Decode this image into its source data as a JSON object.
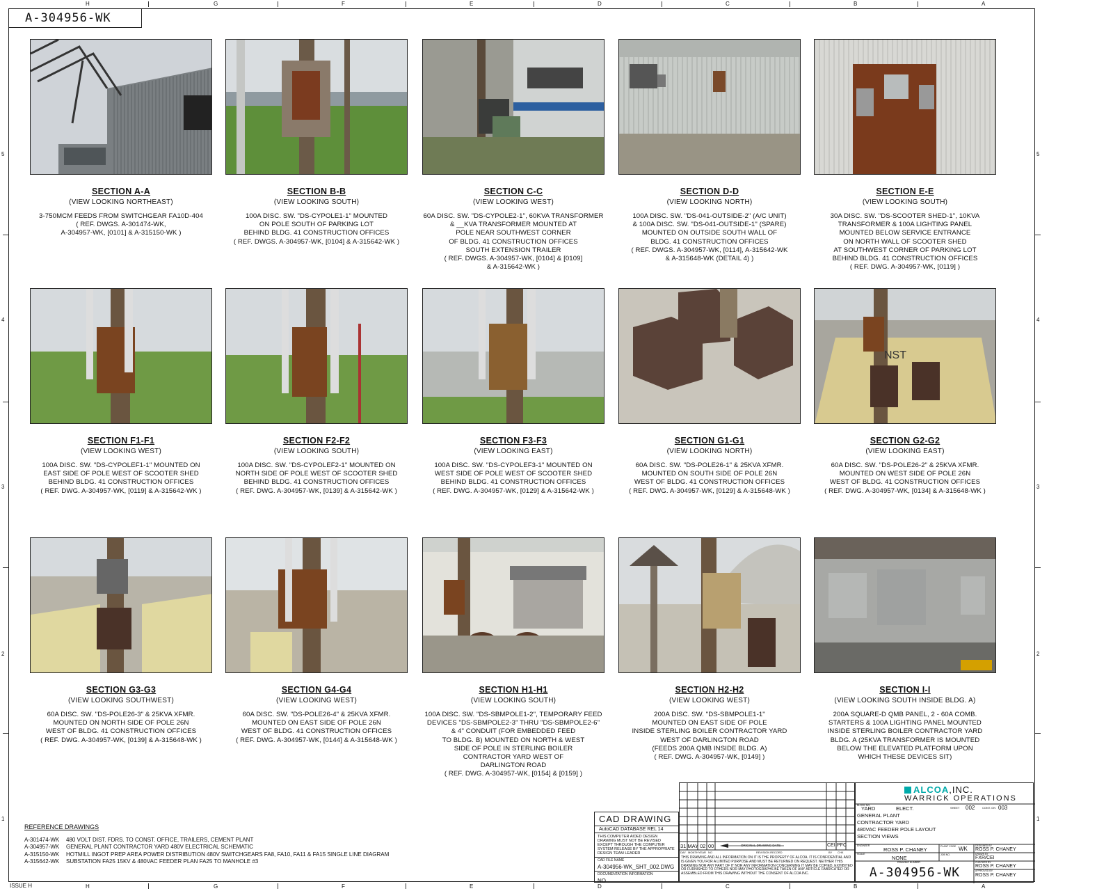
{
  "drawing_number": "A-304956-WK",
  "zone_letters": [
    "H",
    "G",
    "F",
    "E",
    "D",
    "C",
    "B",
    "A"
  ],
  "zone_numbers": [
    "5",
    "4",
    "3",
    "2",
    "1"
  ],
  "views": [
    {
      "title": "SECTION A-A",
      "sub": "(VIEW LOOKING NORTHEAST)",
      "desc": [
        "3-750MCM FEEDS FROM SWITCHGEAR FA10D-404",
        "( REF. DWGS. A-301474-WK,",
        "A-304957-WK, [0101] & A-315150-WK )"
      ]
    },
    {
      "title": "SECTION B-B",
      "sub": "(VIEW LOOKING SOUTH)",
      "desc": [
        "100A DISC. SW. \"DS-CYPOLE1-1\" MOUNTED",
        "ON POLE SOUTH OF PARKING LOT",
        "BEHIND BLDG. 41 CONSTRUCTION OFFICES",
        "( REF. DWGS. A-304957-WK, [0104] & A-315642-WK )"
      ]
    },
    {
      "title": "SECTION C-C",
      "sub": "(VIEW LOOKING WEST)",
      "desc": [
        "60A DISC. SW. \"DS-CYPOLE2-1\", 60KVA TRANSFORMER",
        "& __KVA TRANSFORMER MOUNTED AT",
        "POLE NEAR SOUTHWEST CORNER",
        "OF BLDG. 41 CONSTRUCTION OFFICES",
        "SOUTH EXTENSION TRAILER",
        "( REF. DWGS. A-304957-WK, [0104] & [0109]",
        "& A-315642-WK )"
      ]
    },
    {
      "title": "SECTION D-D",
      "sub": "(VIEW LOOKING NORTH)",
      "desc": [
        "100A DISC. SW. \"DS-041-OUTSIDE-2\" (A/C UNIT)",
        "& 100A DISC. SW. \"DS-041-OUTSIDE-1\" (SPARE)",
        "MOUNTED ON OUTSIDE SOUTH WALL OF",
        "BLDG. 41 CONSTRUCTION OFFICES",
        "( REF. DWGS. A-304957-WK, [0114], A-315642-WK",
        "& A-315648-WK (DETAIL 4) )"
      ]
    },
    {
      "title": "SECTION E-E",
      "sub": "(VIEW LOOKING SOUTH)",
      "desc": [
        "30A DISC. SW. \"DS-SCOOTER SHED-1\", 10KVA",
        "TRANSFORMER & 100A LIGHTING PANEL",
        "MOUNTED BELOW SERVICE ENTRANCE",
        "ON NORTH WALL OF SCOOTER SHED",
        "AT SOUTHWEST CORNER OF PARKING LOT",
        "BEHIND BLDG. 41 CONSTRUCTION OFFICES",
        "( REF. DWG. A-304957-WK, [0119] )"
      ]
    },
    {
      "title": "SECTION F1-F1",
      "sub": "(VIEW LOOKING WEST)",
      "desc": [
        "100A DISC. SW. \"DS-CYPOLEF1-1\" MOUNTED ON",
        "EAST SIDE OF POLE WEST OF SCOOTER SHED",
        "BEHIND BLDG. 41 CONSTRUCTION OFFICES",
        "( REF. DWG. A-304957-WK, [0119] & A-315642-WK )"
      ]
    },
    {
      "title": "SECTION F2-F2",
      "sub": "(VIEW LOOKING SOUTH)",
      "desc": [
        "100A DISC. SW. \"DS-CYPOLEF2-1\" MOUNTED ON",
        "NORTH SIDE OF POLE WEST OF SCOOTER SHED",
        "BEHIND BLDG. 41 CONSTRUCTION OFFICES",
        "( REF. DWG. A-304957-WK, [0139] & A-315642-WK )"
      ]
    },
    {
      "title": "SECTION F3-F3",
      "sub": "(VIEW LOOKING EAST)",
      "desc": [
        "100A DISC. SW. \"DS-CYPOLEF3-1\" MOUNTED ON",
        "WEST SIDE OF POLE WEST OF SCOOTER SHED",
        "BEHIND BLDG. 41 CONSTRUCTION OFFICES",
        "( REF. DWG. A-304957-WK, [0129] & A-315642-WK )"
      ]
    },
    {
      "title": "SECTION G1-G1",
      "sub": "(VIEW LOOKING NORTH)",
      "desc": [
        "60A DISC. SW. \"DS-POLE26-1\" & 25KVA XFMR.",
        "MOUNTED ON SOUTH SIDE OF POLE 26N",
        "WEST OF BLDG. 41 CONSTRUCTION OFFICES",
        "( REF. DWG. A-304957-WK, [0129] & A-315648-WK )"
      ]
    },
    {
      "title": "SECTION G2-G2",
      "sub": "(VIEW LOOKING EAST)",
      "desc": [
        "60A DISC. SW. \"DS-POLE26-2\" & 25KVA XFMR.",
        "MOUNTED ON WEST SIDE OF POLE 26N",
        "WEST OF BLDG. 41 CONSTRUCTION OFFICES",
        "( REF. DWG. A-304957-WK, [0134] & A-315648-WK )"
      ]
    },
    {
      "title": "SECTION G3-G3",
      "sub": "(VIEW LOOKING SOUTHWEST)",
      "desc": [
        "60A DISC. SW. \"DS-POLE26-3\" & 25KVA XFMR.",
        "MOUNTED ON NORTH SIDE OF POLE 26N",
        "WEST OF BLDG. 41 CONSTRUCTION OFFICES",
        "( REF. DWG. A-304957-WK, [0139] & A-315648-WK )"
      ]
    },
    {
      "title": "SECTION G4-G4",
      "sub": "(VIEW LOOKING WEST)",
      "desc": [
        "60A DISC. SW. \"DS-POLE26-4\" & 25KVA XFMR.",
        "MOUNTED ON EAST SIDE OF POLE 26N",
        "WEST OF BLDG. 41 CONSTRUCTION OFFICES",
        "( REF. DWG. A-304957-WK, [0144] & A-315648-WK )"
      ]
    },
    {
      "title": "SECTION H1-H1",
      "sub": "(VIEW LOOKING SOUTH)",
      "desc": [
        "100A DISC. SW. \"DS-SBMPOLE1-2\", TEMPORARY FEED",
        "DEVICES \"DS-SBMPOLE2-3\" THRU \"DS-SBMPOLE2-6\"",
        "& 4\" CONDUIT (FOR EMBEDDED FEED",
        "TO BLDG. B) MOUNTED ON NORTH & WEST",
        "SIDE OF POLE IN STERLING BOILER",
        "CONTRACTOR YARD WEST OF",
        "DARLINGTON ROAD",
        "( REF. DWG. A-304957-WK, [0154] & [0159] )"
      ]
    },
    {
      "title": "SECTION H2-H2",
      "sub": "(VIEW LOOKING WEST)",
      "desc": [
        "200A DISC. SW. \"DS-SBMPOLE1-1\"",
        "MOUNTED ON EAST SIDE OF POLE",
        "INSIDE STERLING BOILER CONTRACTOR YARD",
        "WEST OF DARLINGTON ROAD",
        "(FEEDS 200A QMB INSIDE BLDG. A)",
        "( REF. DWG. A-304957-WK, [0149] )"
      ]
    },
    {
      "title": "SECTION I-I",
      "sub": "(VIEW LOOKING SOUTH INSIDE BLDG. A)",
      "desc": [
        "200A SQUARE-D QMB PANEL, 2 - 60A COMB.",
        "STARTERS & 100A LIGHTING PANEL MOUNTED",
        "INSIDE STERLING BOILER CONTRACTOR YARD",
        "BLDG. A (25KVA TRANSFORMER IS MOUNTED",
        "BELOW THE ELEVATED PLATFORM UPON",
        "WHICH THESE DEVICES SIT)"
      ]
    }
  ],
  "reference": {
    "heading": "REFERENCE DRAWINGS",
    "items": [
      {
        "num": "A-301474-WK",
        "text": "480 VOLT DIST. FDRS. TO CONST. OFFICE, TRAILERS, CEMENT PLANT"
      },
      {
        "num": "A-304957-WK",
        "text": "GENERAL PLANT CONTRACTOR YARD 480V ELECTRICAL SCHEMATIC"
      },
      {
        "num": "A-315150-WK",
        "text": "HOTMILL INGOT PREP AREA POWER DISTRIBUTION 480V SWITCHGEARS FA8, FA10, FA11 & FA15 SINGLE LINE DIAGRAM"
      },
      {
        "num": "A-315642-WK",
        "text": "SUBSTATION FA25 15KV & 480VAC FEEDER PLAN FA25 TO MANHOLE #3"
      }
    ]
  },
  "issue": "ISSUE H",
  "title_block": {
    "cad": "CAD DRAWING",
    "autocad": "AutoCAD DATABASE REL 14",
    "cad_note": "THIS COMPUTER AIDED DESIGN DRAWING MUST NOT BE REVISED EXCEPT THROUGH THE COMPUTER SYSTEM RELEASE BY THE APPROPRIATE DESIGN TEAM LEADER",
    "file_label": "CAD FILE NAME",
    "file_name": "A-304956-WK_SHT_002.DWG",
    "doc_label": "DOCUMENTATION INFORMATION",
    "doc_value": "NO",
    "rev_date": "31 MAY 02",
    "rev_no": "00",
    "rev_text": "ORIGINAL DRAWING DATE",
    "rev_by": "CEI",
    "rev_chk": "PFC",
    "hdr_day": "DAY",
    "hdr_month": "MONTH",
    "hdr_year": "YEAR",
    "hdr_no": "NO",
    "hdr_rev": "REVISION RECORD",
    "hdr_by": "BY",
    "hdr_chk": "CHK",
    "notice": "THIS DRAWING AND ALL INFORMATION ON IT IS THE PROPERTY OF ALCOA. IT IS CONFIDENTIAL AND IS GIVEN YOU FOR A LIMITED PURPOSE AND MUST BE RETURNED ON REQUEST. NEITHER THIS DRAWING NOR ANY PART OF IT NOR ANY INFORMATION CONCERNING IT MAY BE COPIED, EXHIBITED OR FURNISHED TO OTHERS NOR MAY PHOTOGRAPHS BE TAKEN OF ANY ARTICLE FABRICATED OR ASSEMBLED FROM THIS DRAWING WITHOUT THE CONSENT OF ALCOA INC.",
    "company": "ALCOA",
    "inc": ",INC.",
    "ops": "WARRICK OPERATIONS",
    "block_label": "BLOCK NO.",
    "yard": "YARD",
    "class": "ELECT.",
    "sheet_label": "SHEET",
    "sheet": "002",
    "of_label": "CONT. ON",
    "of": "003",
    "title_lines": [
      "GENERAL PLANT",
      "CONTRACTOR YARD",
      "480VAC FEEDER POLE LAYOUT",
      "SECTION VIEWS"
    ],
    "engineer_label": "ENGINEER",
    "engineer": "ROSS P. CHANEY",
    "plant_label": "PLANT CODE",
    "plant": "WK",
    "scale_label": "SCALE",
    "scale": "NONE",
    "job_label": "JOB NO.",
    "dwg_label": "DRAWING NUMBER",
    "designed_label": "DESIGNED BY",
    "designed": "ROSS P. CHANEY",
    "drawn_label": "DRAWN BY",
    "drawn": "FXR/CEI",
    "checked_label": "CHECKED BY",
    "checked": "ROSS P. CHANEY",
    "approved_label": "APPROVED BY",
    "approved": "ROSS P. CHANEY"
  }
}
